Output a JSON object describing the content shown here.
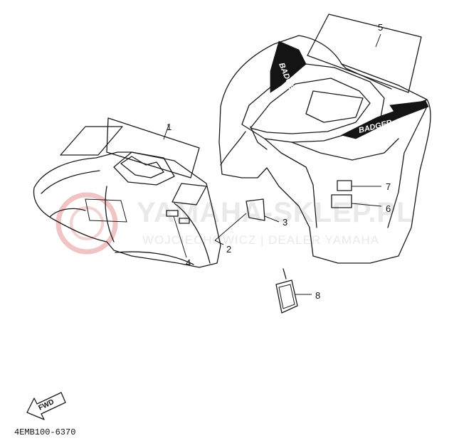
{
  "callouts": [
    "1",
    "2",
    "3",
    "4",
    "5",
    "6",
    "7",
    "8"
  ],
  "decal_text": "BADGER",
  "watermark": {
    "line1": "YAMAHA-SKLEP.PL",
    "line2": "WOJCIECHOWICZ | DEALER YAMAHA",
    "color": "#e8a0a0"
  },
  "fwd_label": "FWD",
  "diagram_code": "4EMB100-6370"
}
